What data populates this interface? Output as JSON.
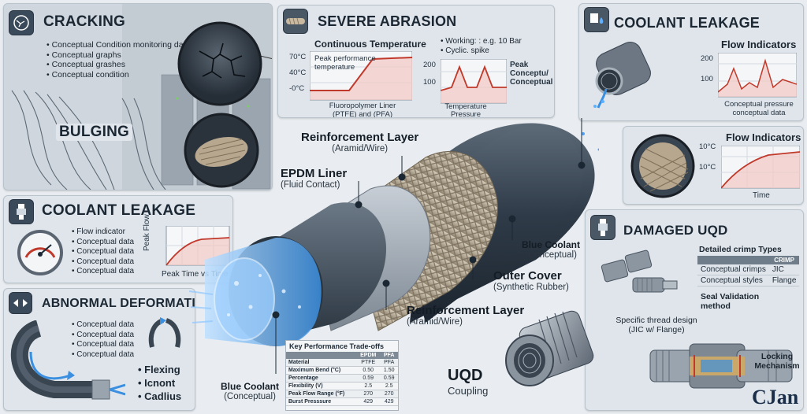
{
  "panels": {
    "cracking": {
      "title": "CRACKING",
      "bullets": [
        "Conceptual Condition monitoring data",
        "Conceptual graphs",
        "Conceptual grashes",
        "Conceptual condition"
      ]
    },
    "bulging": {
      "title": "BULGING"
    },
    "coolant_left": {
      "title": "COOLANT LEAKAGE",
      "bullets": [
        "Flow indicator",
        "Conceptual data",
        "Conceptual data",
        "Conceptual data",
        "Conceptual data"
      ],
      "chart_ylabel": "Peak Flow",
      "chart_xlabel": "Peak Time vs Time"
    },
    "deformation": {
      "title": "ABNORMAL DEFORMATION",
      "bullets": [
        "Conceptual data",
        "Conceptual data",
        "Conceptual data",
        "Conceptual data"
      ],
      "terms": [
        "Flexing",
        "Icnont",
        "Cadlius"
      ]
    },
    "abrasion": {
      "title": "SEVERE ABRASION",
      "temp_title": "Continuous Temperature",
      "temp_ticks": [
        "70°C",
        "40°C",
        "-0°C"
      ],
      "temp_annotation": "Peak performance temperature",
      "temp_caption": "Fluoropolymer Liner (PTFE) and (PFA)",
      "pressure_notes": [
        "Working: : e.g. 10 Bar",
        "Cyclic. spike"
      ],
      "pressure_ticks": [
        "200",
        "100"
      ],
      "pressure_label": "Peak Conceptu/ Conceptual",
      "pressure_caption": "Temperature Pressure"
    },
    "coolant_right": {
      "title": "COOLANT LEAKAGE",
      "flow_title": "Flow Indicators",
      "flow_ticks": [
        "200",
        "100"
      ],
      "flow_caption": "Conceptual pressure conceptual data"
    },
    "flow_right": {
      "title": "Flow Indicators",
      "ticks": [
        "10°C",
        "10°C"
      ],
      "xlabel": "Time"
    },
    "uqd": {
      "title": "DAMAGED UQD",
      "crimp_title": "Detailed crimp Types",
      "crimp_header": "CRIMP",
      "crimp_rows": [
        [
          "Conceptual crimps",
          "JIC"
        ],
        [
          "Conceptual styles",
          "Flange"
        ]
      ],
      "seal": "Seal Validation method",
      "thread": "Specific thread design (JIC w/ Flange)",
      "locking": "Locking Mechanism"
    }
  },
  "callouts": {
    "reinforcement_top": {
      "title": "Reinforcement Layer",
      "sub": "(Aramid/Wire)"
    },
    "epdm": {
      "title": "EPDM Liner",
      "sub": "(Fluid Contact)"
    },
    "blue_coolant_right": {
      "title": "Blue Coolant",
      "sub": "(Conceptual)"
    },
    "outer_cover": {
      "title": "Outer Cover",
      "sub": "(Synthetic Rubber)"
    },
    "reinforcement_bottom": {
      "title": "Reinforcement Layer",
      "sub": "(Aramid/Wire)"
    },
    "blue_coolant_bottom": {
      "title": "Blue Coolant",
      "sub": "(Conceptual)"
    },
    "uqd_coupling": {
      "title": "UQD",
      "sub": "Coupling"
    }
  },
  "tradeoffs": {
    "title": "Key Performance Trade-offs",
    "columns": [
      "",
      "EPDM",
      "PFA"
    ],
    "rows": [
      [
        "Material",
        "PTFE",
        "PFA"
      ],
      [
        "Maximum Bend (°C)",
        "0.50",
        "1.50"
      ],
      [
        "Percentage",
        "0.59",
        "0.59"
      ],
      [
        "Flexibility (V)",
        "2.5",
        "2.5"
      ],
      [
        "Peak Flow Range (°F)",
        "270",
        "270"
      ],
      [
        "Burst Presssure",
        "429",
        "429"
      ]
    ]
  },
  "brand": "CJan",
  "colors": {
    "accent_red": "#c0392b",
    "coolant_blue": "#3b8fe0",
    "panel": "#dfe5eb",
    "hose": "#2f3b48"
  }
}
